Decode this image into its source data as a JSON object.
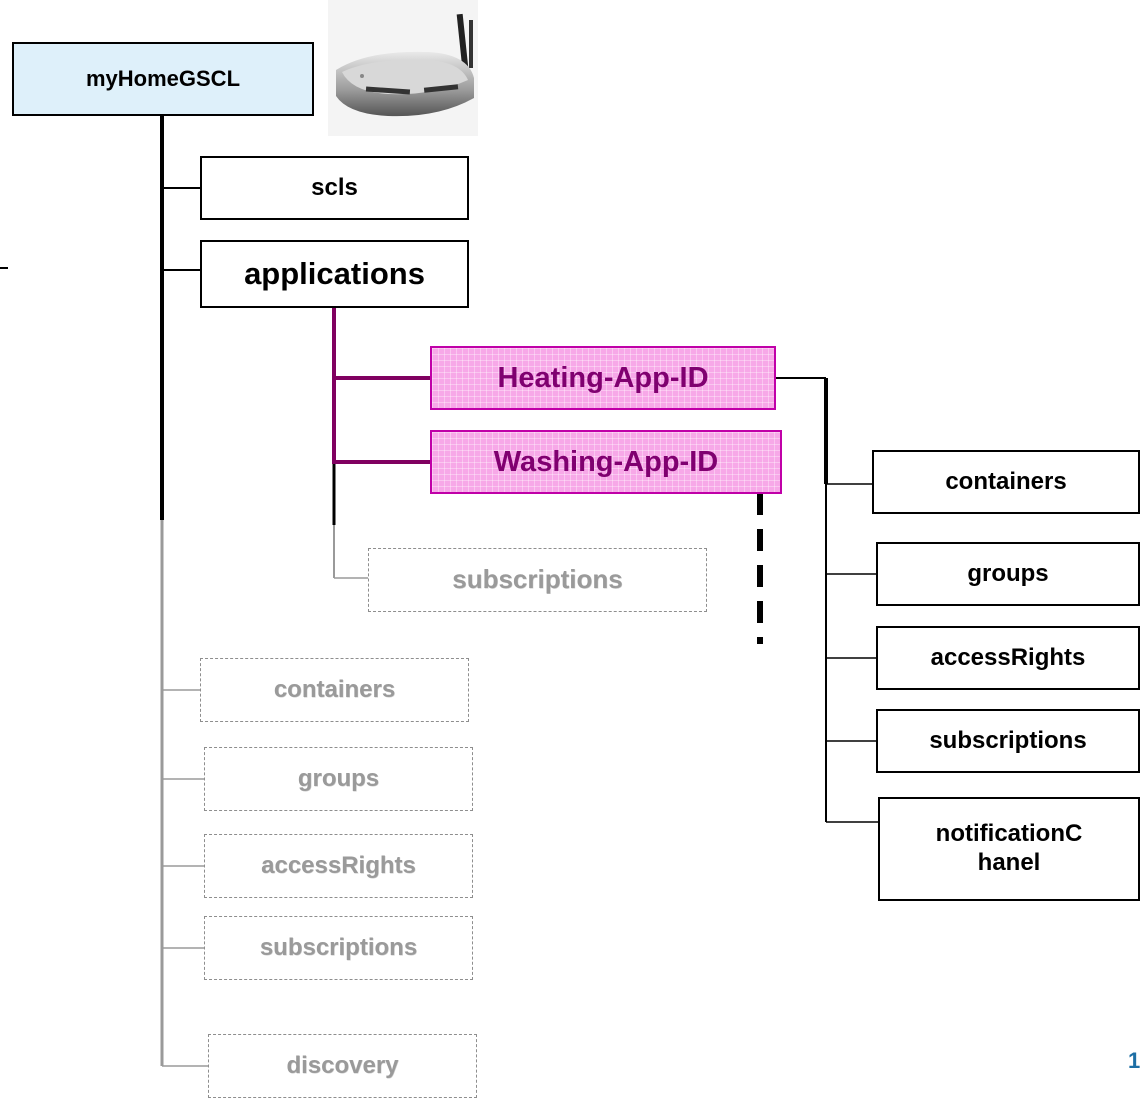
{
  "root": {
    "label": "myHomeGSCL"
  },
  "device_image": {
    "icon": "router-icon"
  },
  "main_children": {
    "scls": "scls",
    "applications": "applications"
  },
  "apps": [
    {
      "label": "Heating-App-ID"
    },
    {
      "label": "Washing-App-ID"
    }
  ],
  "apps_subscriptions": {
    "label": "subscriptions"
  },
  "grey_children": [
    {
      "label": "containers"
    },
    {
      "label": "groups"
    },
    {
      "label": "accessRights"
    },
    {
      "label": "subscriptions"
    },
    {
      "label": "discovery"
    }
  ],
  "heating_children": [
    {
      "label": "containers"
    },
    {
      "label": "groups"
    },
    {
      "label": "accessRights"
    },
    {
      "label": "subscriptions"
    },
    {
      "label": "notificationChanel"
    }
  ],
  "page_number": "1",
  "colors": {
    "app_fill": "#f7a8e8",
    "app_text": "#800070",
    "app_link": "#800060",
    "root_fill": "#def0fa",
    "inactive": "#9a9a9a"
  }
}
